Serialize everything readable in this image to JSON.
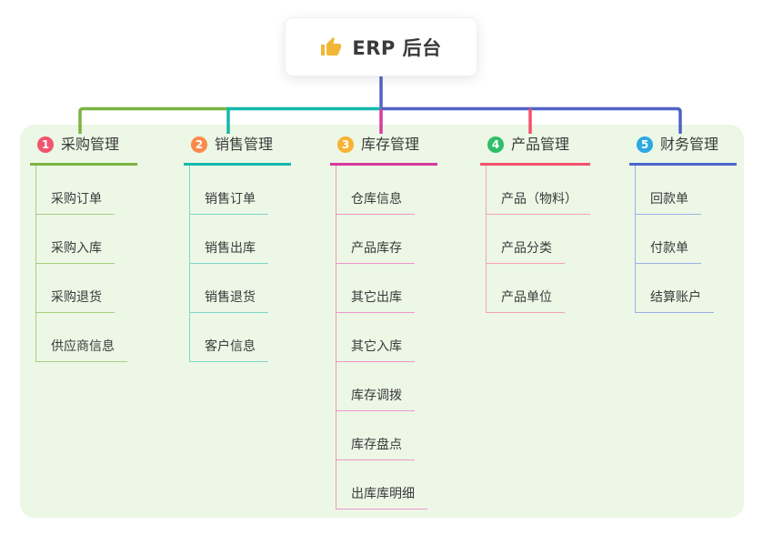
{
  "root": {
    "title": "ERP 后台",
    "icon": "thumbs-up-icon"
  },
  "colors": {
    "page_bg": "#ffffff",
    "panel_bg": "#ecf7e6",
    "text": "#3a3a3a",
    "bus_blue": "#5262c5",
    "thumb_gold": "#f2b636"
  },
  "branches": [
    {
      "num": "1",
      "label": "采购管理",
      "color": "#7cb342",
      "light": "#a9cf80",
      "badge": "#f1556d",
      "items": [
        "采购订单",
        "采购入库",
        "采购退货",
        "供应商信息"
      ]
    },
    {
      "num": "2",
      "label": "销售管理",
      "color": "#14b8ab",
      "light": "#7fd6cc",
      "badge": "#fb8a4b",
      "items": [
        "销售订单",
        "销售出库",
        "销售退货",
        "客户信息"
      ]
    },
    {
      "num": "3",
      "label": "库存管理",
      "color": "#d8399f",
      "light": "#f096cb",
      "badge": "#f9b233",
      "items": [
        "仓库信息",
        "产品库存",
        "其它出库",
        "其它入库",
        "库存调拨",
        "库存盘点",
        "出库库明细"
      ]
    },
    {
      "num": "4",
      "label": "产品管理",
      "color": "#f4516c",
      "light": "#f7a3ac",
      "badge": "#2fbe69",
      "items": [
        "产品（物料）",
        "产品分类",
        "产品单位"
      ]
    },
    {
      "num": "5",
      "label": "财务管理",
      "color": "#4a66cf",
      "light": "#9bb0e6",
      "badge": "#2ba9e1",
      "items": [
        "回款单",
        "付款单",
        "结算账户"
      ]
    }
  ]
}
